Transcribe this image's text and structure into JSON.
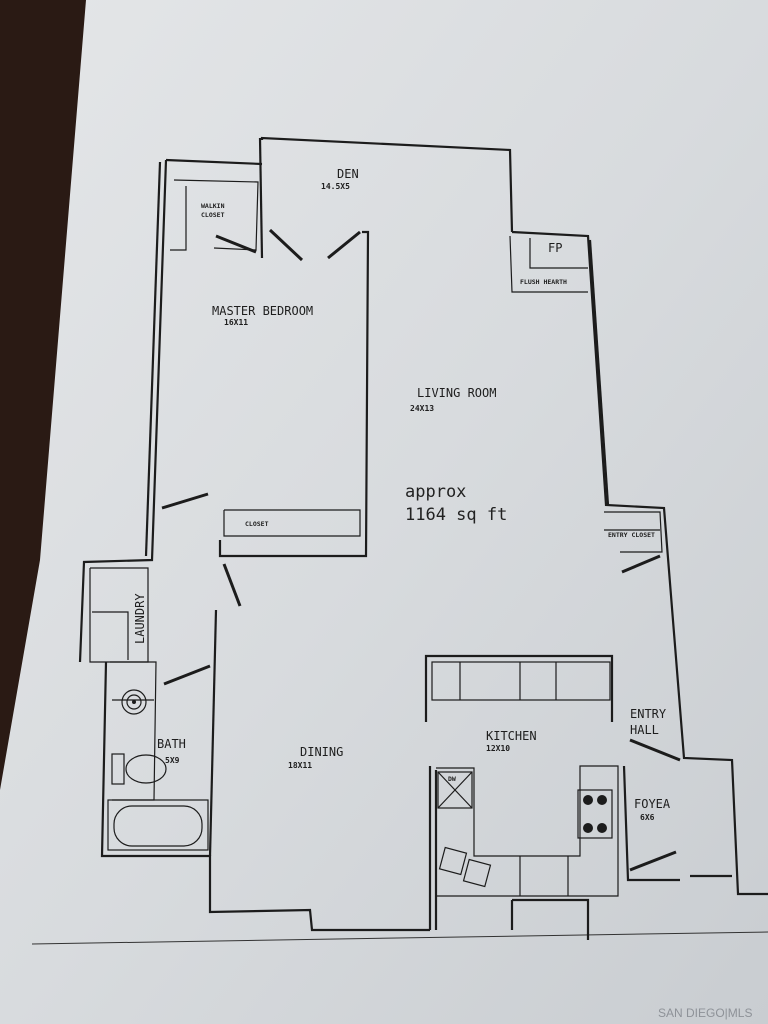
{
  "rooms": {
    "den": {
      "name": "DEN",
      "size": "14.5X5"
    },
    "walkin_closet": {
      "line1": "WALKIN",
      "line2": "CLOSET"
    },
    "master_bedroom": {
      "name": "MASTER BEDROOM",
      "size": "16X11"
    },
    "fireplace": {
      "name": "FP",
      "hearth": "FLUSH HEARTH"
    },
    "living_room": {
      "name": "LIVING ROOM",
      "size": "24X13"
    },
    "closet": {
      "name": "CLOSET"
    },
    "entry_closet": {
      "name": "ENTRY CLOSET"
    },
    "laundry": {
      "name": "LAUNDRY"
    },
    "bath": {
      "name": "BATH",
      "size": "5X9"
    },
    "dining": {
      "name": "DINING",
      "size": "18X11"
    },
    "kitchen": {
      "name": "KITCHEN",
      "size": "12X10",
      "dishwasher": "DW"
    },
    "entry_hall": {
      "line1": "ENTRY",
      "line2": "HALL"
    },
    "foyer": {
      "name": "FOYEA",
      "size": "6X6"
    }
  },
  "area": {
    "line1": "approx",
    "line2": "1164 sq ft"
  },
  "watermark": "SAN DIEGO|MLS",
  "colors": {
    "paper": "#d9dcdf",
    "background": "#2a1a14",
    "ink": "#1c1c1c"
  }
}
